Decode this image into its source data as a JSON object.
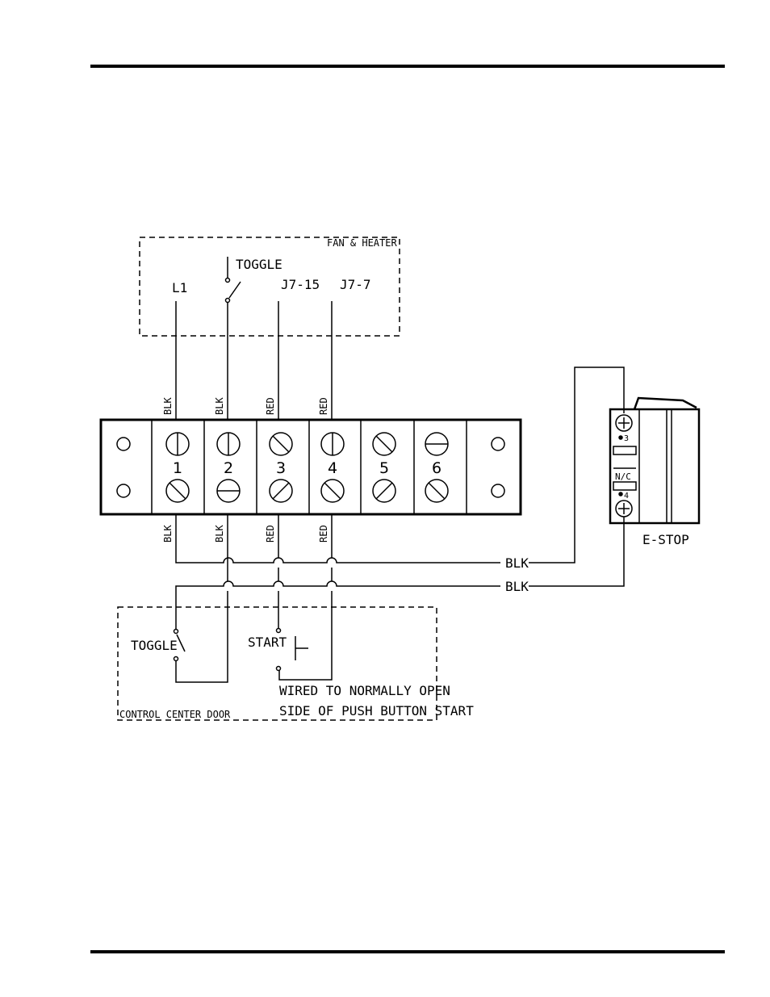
{
  "fan_heater": {
    "box_label": "FAN & HEATER",
    "toggle": "TOGGLE",
    "l1": "L1",
    "j7_15": "J7-15",
    "j7_7": "J7-7"
  },
  "wire_colors_top": [
    "BLK",
    "BLK",
    "RED",
    "RED"
  ],
  "wire_colors_bottom": [
    "BLK",
    "BLK",
    "RED",
    "RED"
  ],
  "terminals": [
    "1",
    "2",
    "3",
    "4",
    "5",
    "6"
  ],
  "estop": {
    "label": "E-STOP",
    "nc": "N/C",
    "t3": "3",
    "t4": "4",
    "wire1": "BLK",
    "wire2": "BLK"
  },
  "control_door": {
    "box_label": "CONTROL CENTER DOOR",
    "toggle": "TOGGLE",
    "start": "START",
    "note_line1": "WIRED TO NORMALLY OPEN",
    "note_line2": "SIDE OF PUSH BUTTON START"
  }
}
